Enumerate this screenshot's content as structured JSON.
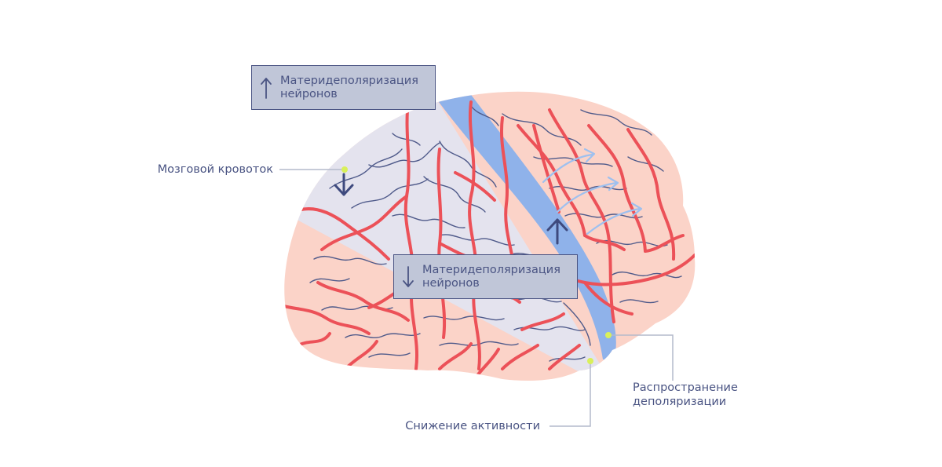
{
  "labels": {
    "box_top": [
      "Материдеполяризация",
      "нейронов"
    ],
    "box_mid": [
      "Материдеполяризация",
      "нейронов"
    ],
    "blood_flow": "Мозговой кровоток",
    "spreading": [
      "Распространение",
      "деполяризации"
    ],
    "reduction": "Снижение активности"
  },
  "icons": {
    "box_top": "arrow-up-icon",
    "box_mid": "arrow-down-icon",
    "blood_flow": "arrow-down-icon",
    "wave": "arrow-up-icon",
    "spread": "curved-arrow-icon"
  },
  "colors": {
    "brain_pink": "#fbd3c8",
    "light_region": "#e4e3ee",
    "wave_blue": "#8fb2ea",
    "vessels": "#ec5158",
    "sulci": "#4f5a8a",
    "box_fill": "#c0c6d8",
    "text": "#4a5483",
    "markers": "#d9f05a",
    "leader_lines": "#b4bacb",
    "spread_arrows": "#9ec0ef"
  }
}
